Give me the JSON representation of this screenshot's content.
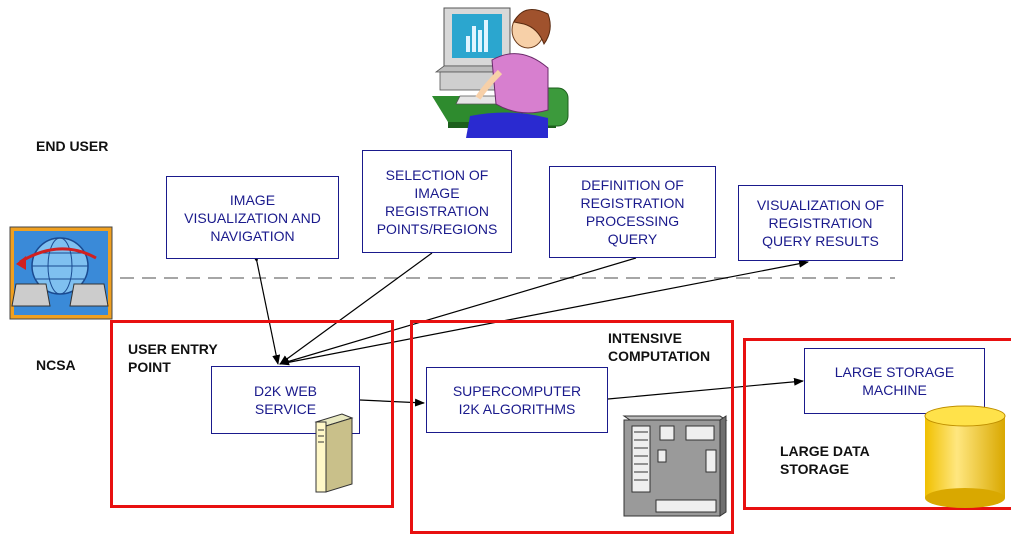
{
  "labels": {
    "end_user": "END USER",
    "ncsa": "NCSA",
    "user_entry_point": "USER ENTRY\nPOINT",
    "intensive_computation": "INTENSIVE\nCOMPUTATION",
    "large_data_storage": "LARGE DATA\nSTORAGE"
  },
  "boxes": {
    "image_visualization": "IMAGE\nVISUALIZATION AND\nNAVIGATION",
    "selection_of_points": "SELECTION OF\nIMAGE\nREGISTRATION\nPOINTS/REGIONS",
    "definition_of_query": "DEFINITION OF\nREGISTRATION\nPROCESSING\nQUERY",
    "visualization_results": "VISUALIZATION OF\nREGISTRATION\nQUERY RESULTS",
    "d2k_web_service": "D2K WEB\nSERVICE",
    "supercomputer": "SUPERCOMPUTER\nI2K ALGORITHMS",
    "large_storage_machine": "LARGE STORAGE\nMACHINE"
  },
  "colors": {
    "region_border": "#e81010",
    "box_border": "#1a1a8c",
    "box_text": "#1a1a8c",
    "divider": "#888888"
  },
  "icons": [
    "woman-at-computer-icon",
    "network-globe-icon",
    "server-tower-icon",
    "supercomputer-board-icon",
    "database-cylinder-icon"
  ]
}
